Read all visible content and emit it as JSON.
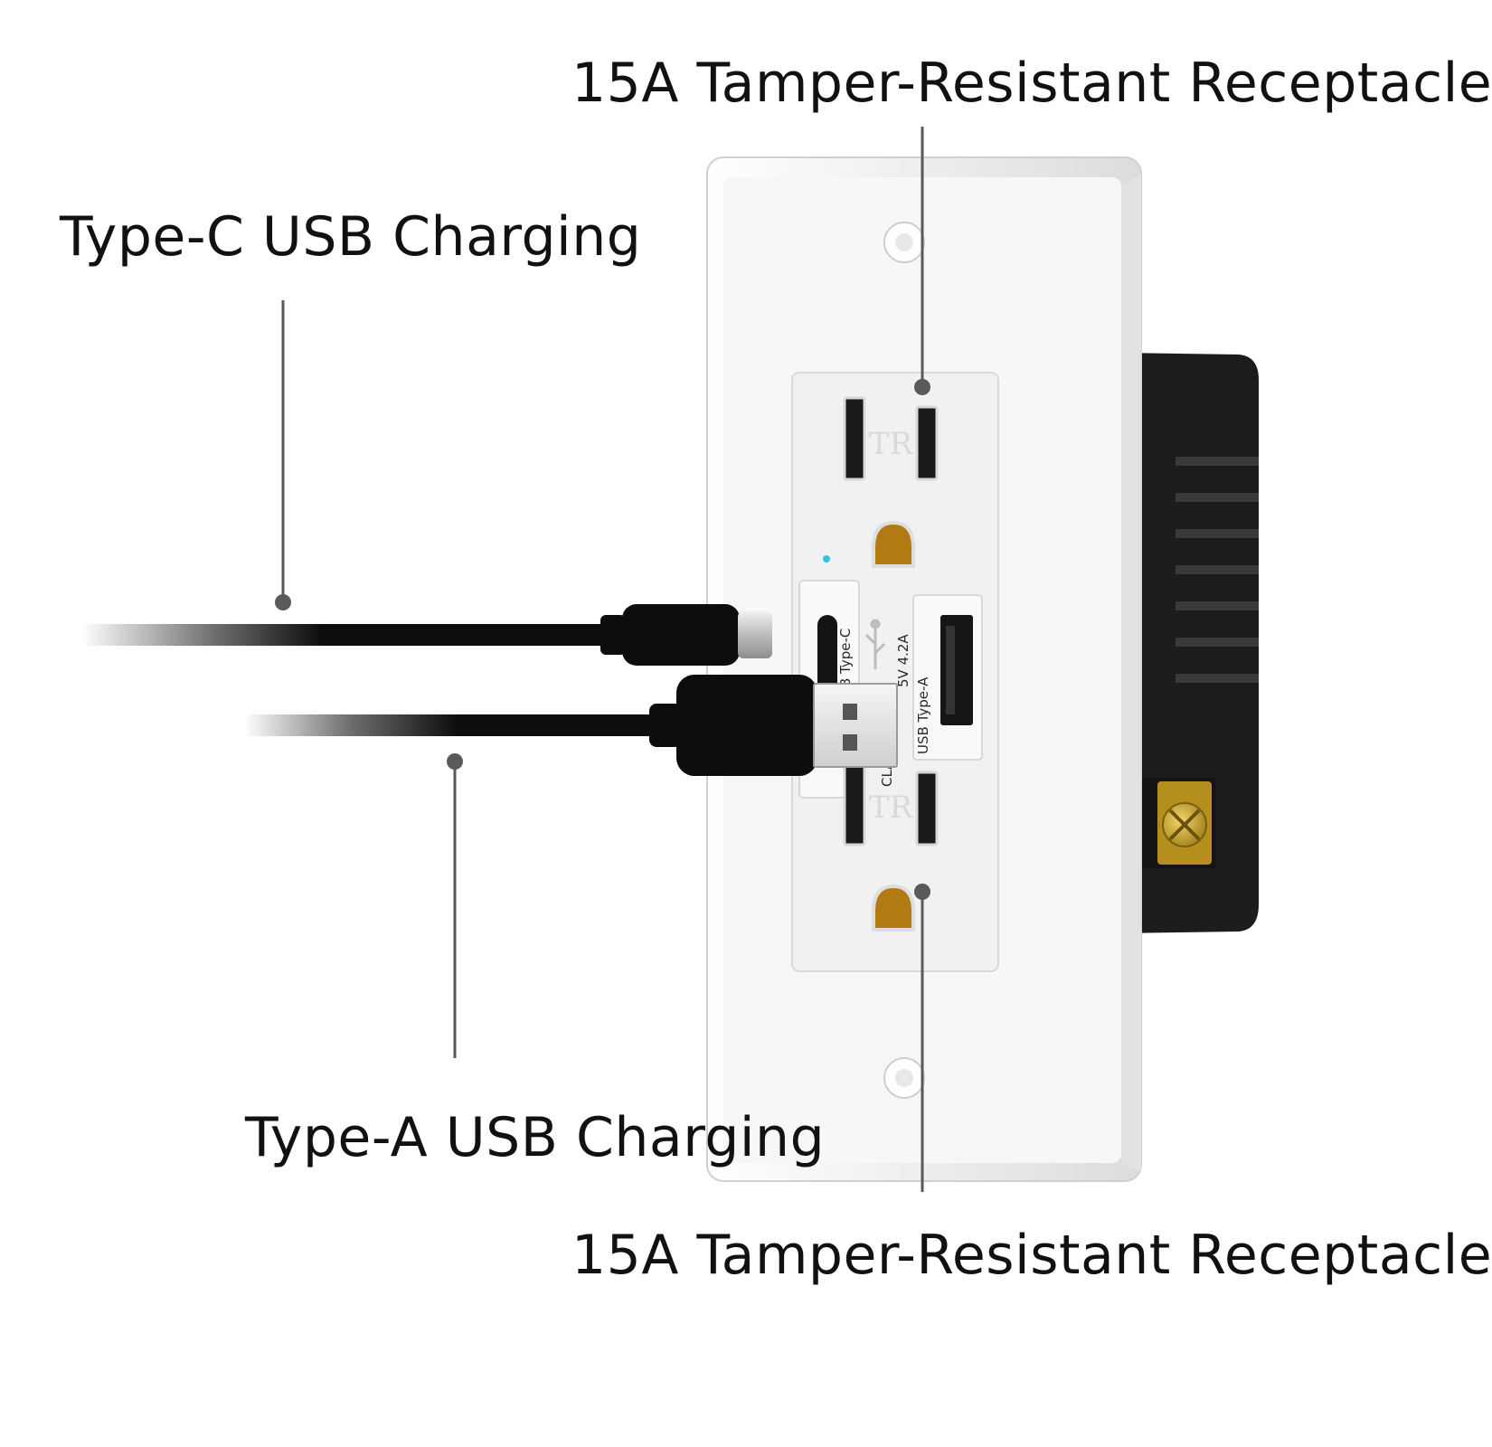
{
  "callouts": {
    "top_receptacle": "15A Tamper-Resistant Receptacle",
    "type_c": "Type-C USB Charging",
    "type_a": "Type-A USB Charging",
    "bottom_receptacle": "15A Tamper-Resistant Receptacle"
  },
  "outlet_markings": {
    "tr_top": "TR",
    "tr_bottom": "TR",
    "type_c_port": "B  Type-C",
    "rating": "5V 4.2A",
    "class": "CLASS 2 DC",
    "type_a_port": "USB  Type-A"
  },
  "colors": {
    "plate": "#f7f7f7",
    "housing": "#1c1c1c",
    "cable": "#0d0d0d",
    "leader": "#5a5a5a",
    "led": "#2fc3e8",
    "terminal": "#c9a227"
  },
  "icons": [
    "usb-trident-icon",
    "status-led-icon",
    "terminal-screw-icon"
  ]
}
